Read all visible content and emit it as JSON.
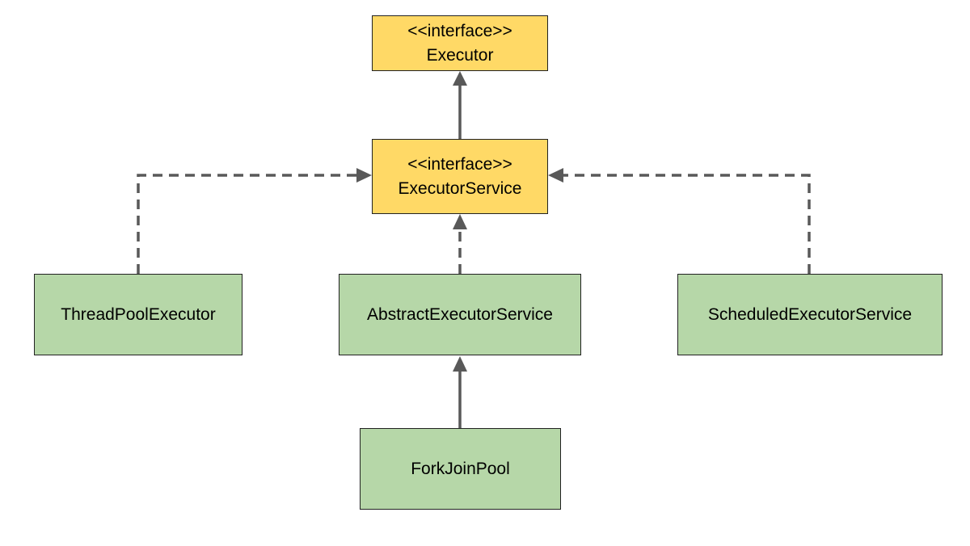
{
  "diagram": {
    "type": "uml-class-hierarchy",
    "nodes": [
      {
        "id": "executor",
        "kind": "interface",
        "stereotype": "<<interface>>",
        "name": "Executor",
        "fill": "#ffd966"
      },
      {
        "id": "executor-service",
        "kind": "interface",
        "stereotype": "<<interface>>",
        "name": "ExecutorService",
        "fill": "#ffd966"
      },
      {
        "id": "thread-pool-executor",
        "kind": "class",
        "name": "ThreadPoolExecutor",
        "fill": "#b6d7a8"
      },
      {
        "id": "abstract-executor-service",
        "kind": "class",
        "name": "AbstractExecutorService",
        "fill": "#b6d7a8"
      },
      {
        "id": "scheduled-executor-service",
        "kind": "class",
        "name": "ScheduledExecutorService",
        "fill": "#b6d7a8"
      },
      {
        "id": "fork-join-pool",
        "kind": "class",
        "name": "ForkJoinPool",
        "fill": "#b6d7a8"
      }
    ],
    "edges": [
      {
        "from": "executor-service",
        "to": "executor",
        "style": "solid"
      },
      {
        "from": "thread-pool-executor",
        "to": "executor-service",
        "style": "dashed"
      },
      {
        "from": "abstract-executor-service",
        "to": "executor-service",
        "style": "dashed"
      },
      {
        "from": "scheduled-executor-service",
        "to": "executor-service",
        "style": "dashed"
      },
      {
        "from": "fork-join-pool",
        "to": "abstract-executor-service",
        "style": "solid"
      }
    ],
    "colors": {
      "interface_fill": "#ffd966",
      "class_fill": "#b6d7a8",
      "border": "#222222",
      "connector": "#595959"
    }
  }
}
